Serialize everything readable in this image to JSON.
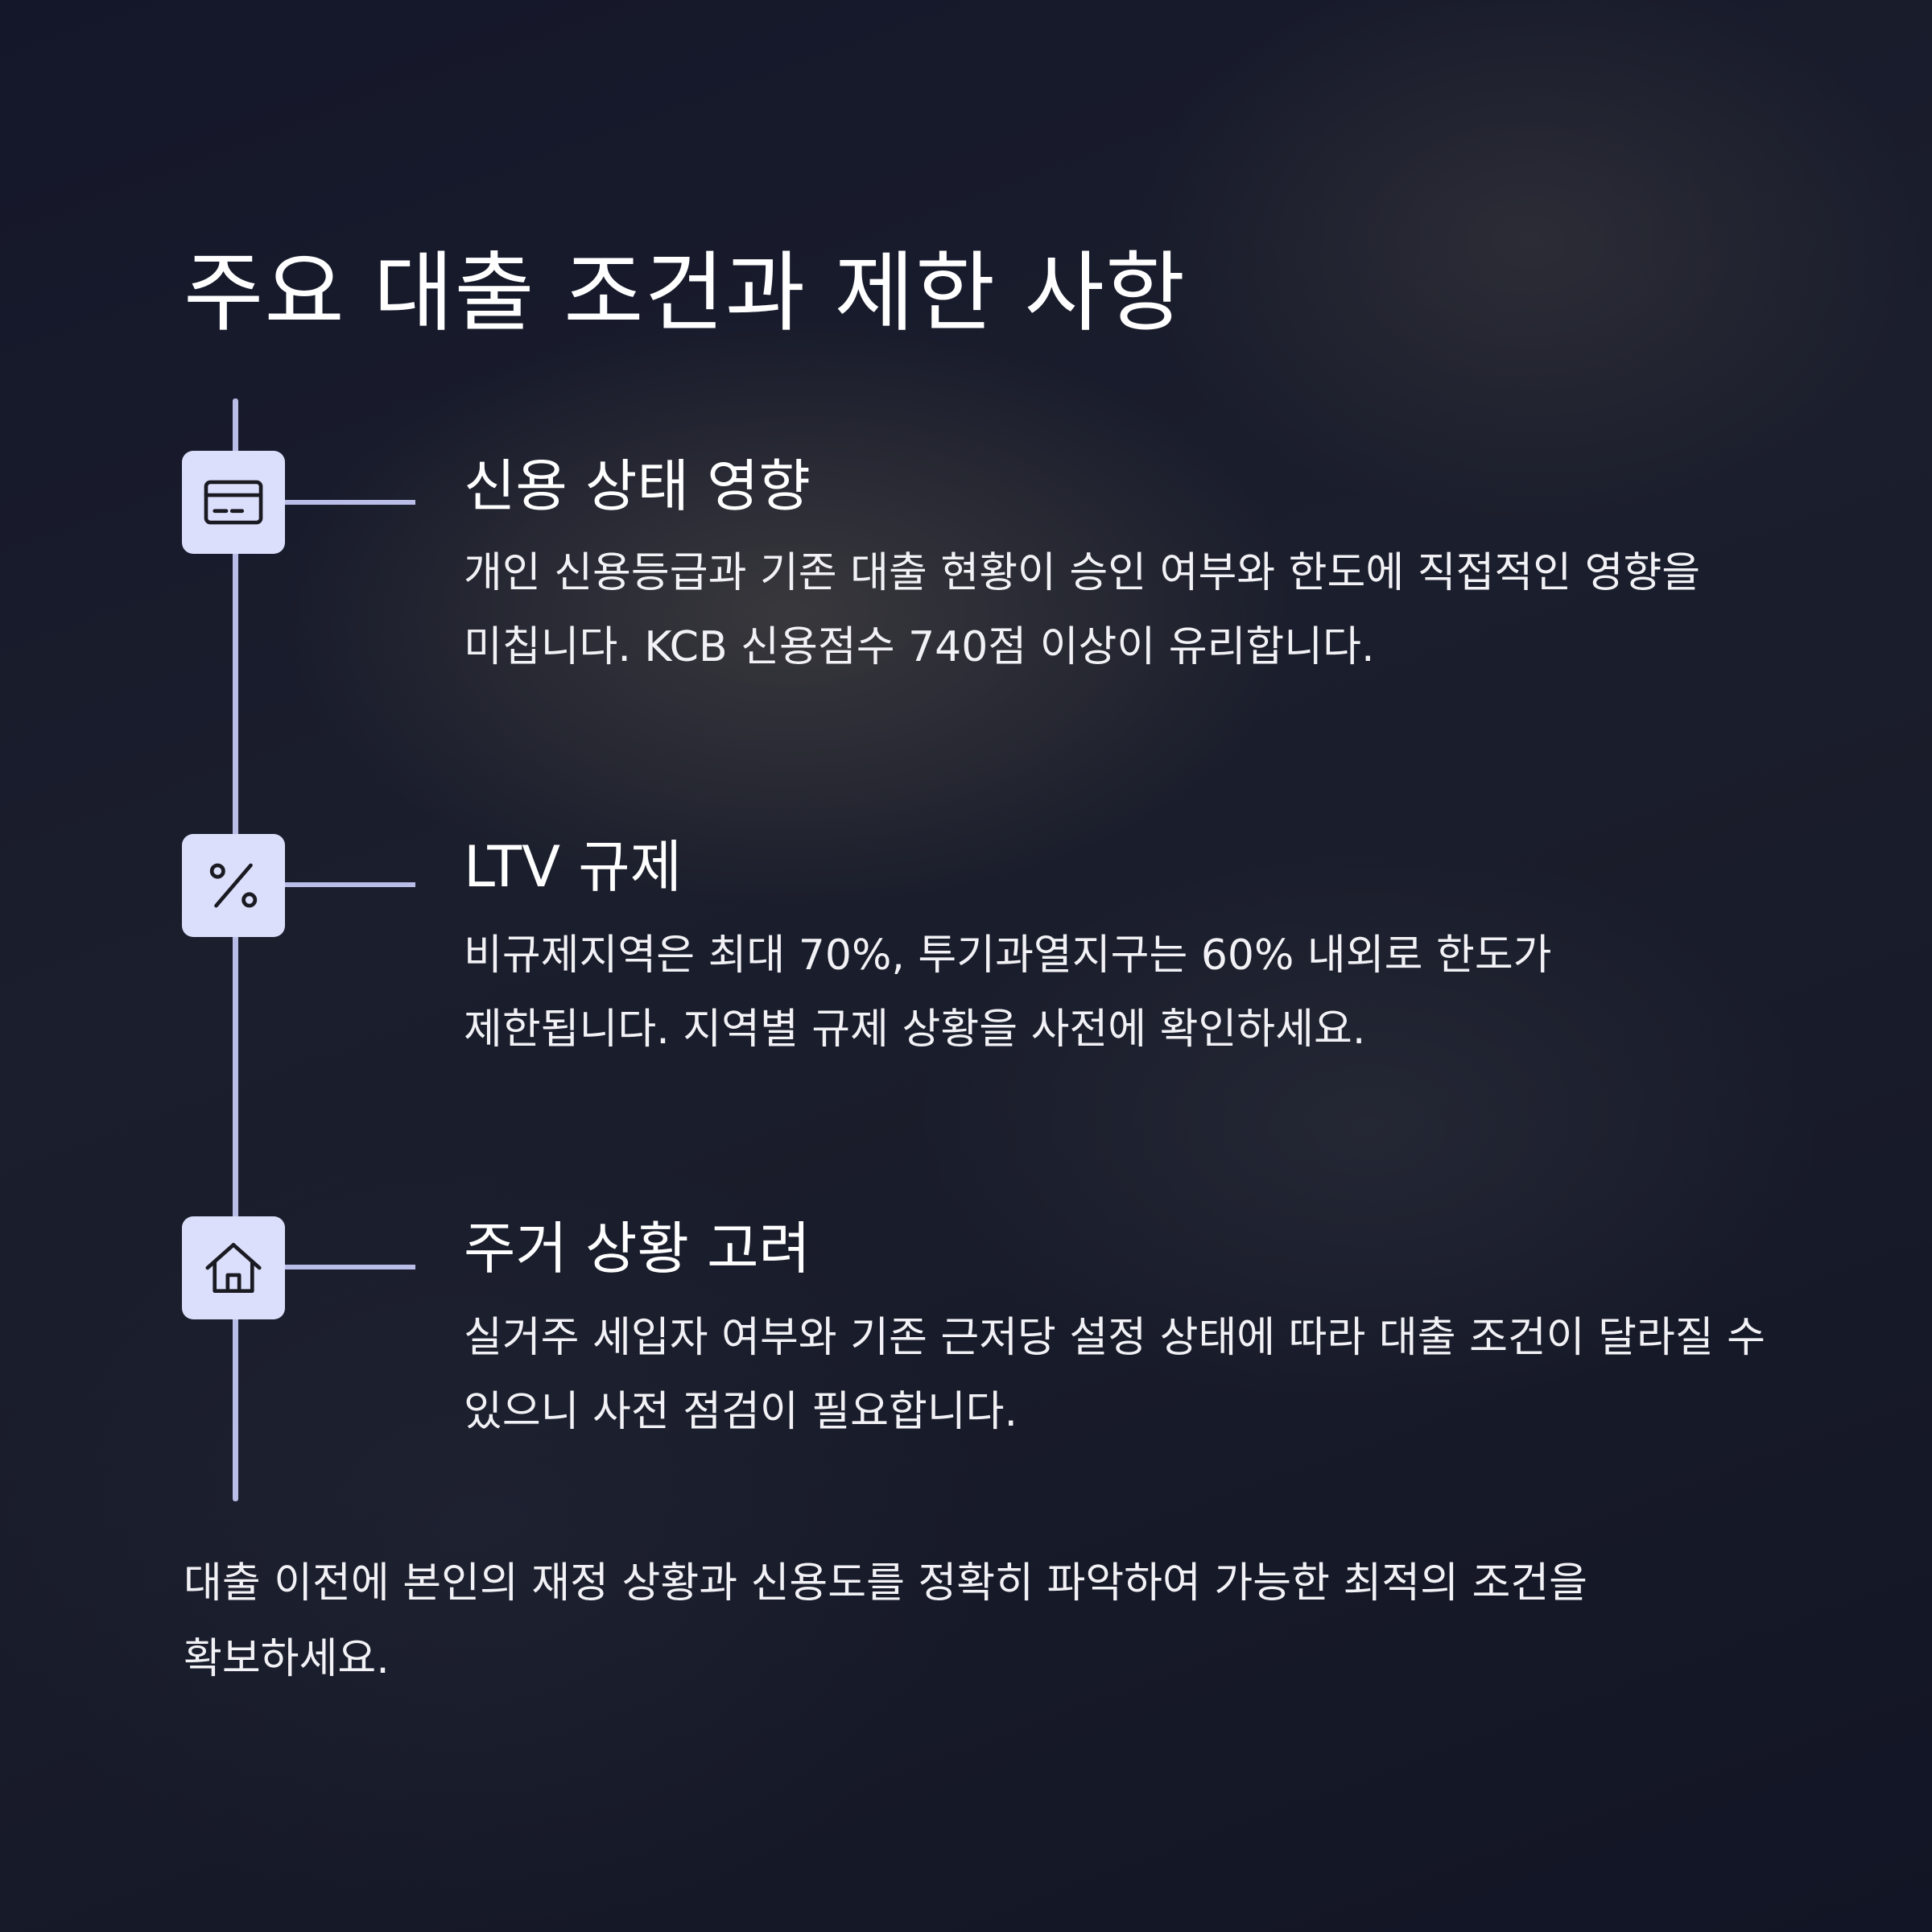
{
  "title": "주요 대출 조건과 제한 사항",
  "steps": [
    {
      "icon": "credit-card-icon",
      "title": "신용 상태 영향",
      "description": "개인 신용등급과 기존 대출 현황이 승인 여부와 한도에 직접적인 영향을 미칩니다. KCB 신용점수 740점 이상이 유리합니다."
    },
    {
      "icon": "percent-icon",
      "title": "LTV 규제",
      "description": "비규제지역은 최대 70%, 투기과열지구는 60% 내외로 한도가 제한됩니다. 지역별 규제 상황을 사전에 확인하세요."
    },
    {
      "icon": "house-icon",
      "title": "주거 상황 고려",
      "description": "실거주 세입자 여부와 기존 근저당 설정 상태에 따라 대출 조건이 달라질 수 있으니 사전 점검이 필요합니다."
    }
  ],
  "footer": "대출 이전에 본인의 재정 상황과 신용도를 정확히 파악하여 가능한 최적의 조건을 확보하세요.",
  "colors": {
    "background": "#171a2a",
    "accent": "#b9bde8",
    "icon_box": "#dcdffb",
    "text": "#ffffff"
  }
}
